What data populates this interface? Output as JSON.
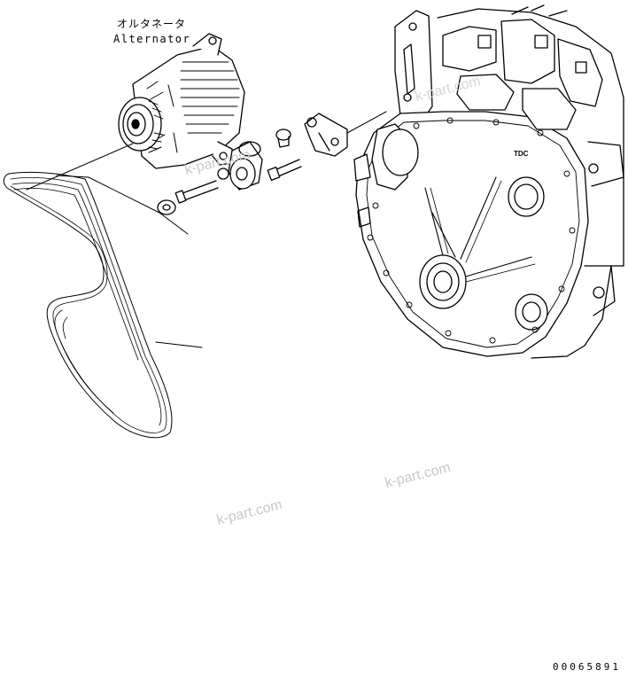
{
  "labels": {
    "alternator_jp": "オルタネータ",
    "alternator_en": "Alternator"
  },
  "watermarks": [
    "k-part.com",
    "k-part.com",
    "k-part.com",
    "k-part.com"
  ],
  "part_code": "00065891"
}
